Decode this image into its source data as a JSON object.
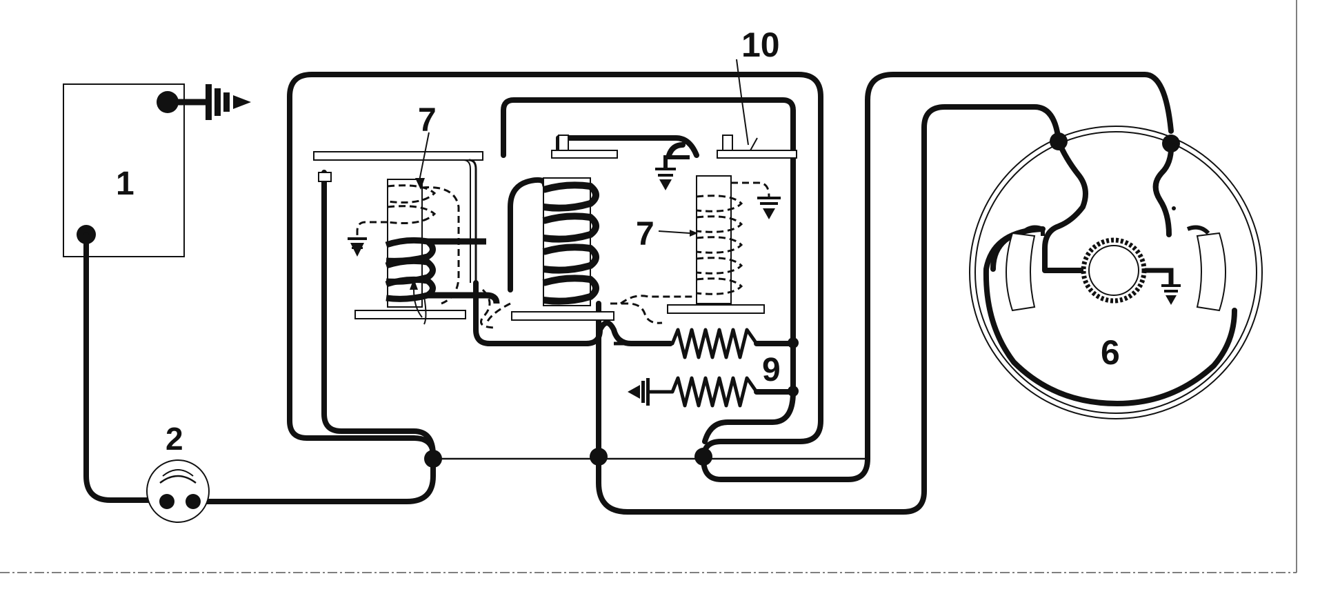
{
  "labels": {
    "battery": "1",
    "meter": "2",
    "machine": "6",
    "relay_left": "7",
    "relay_right": "7",
    "resistor": "9",
    "contact": "10"
  },
  "caption": "",
  "colors": {
    "line": "#111111",
    "background": "#ffffff",
    "frame": "#555555"
  }
}
